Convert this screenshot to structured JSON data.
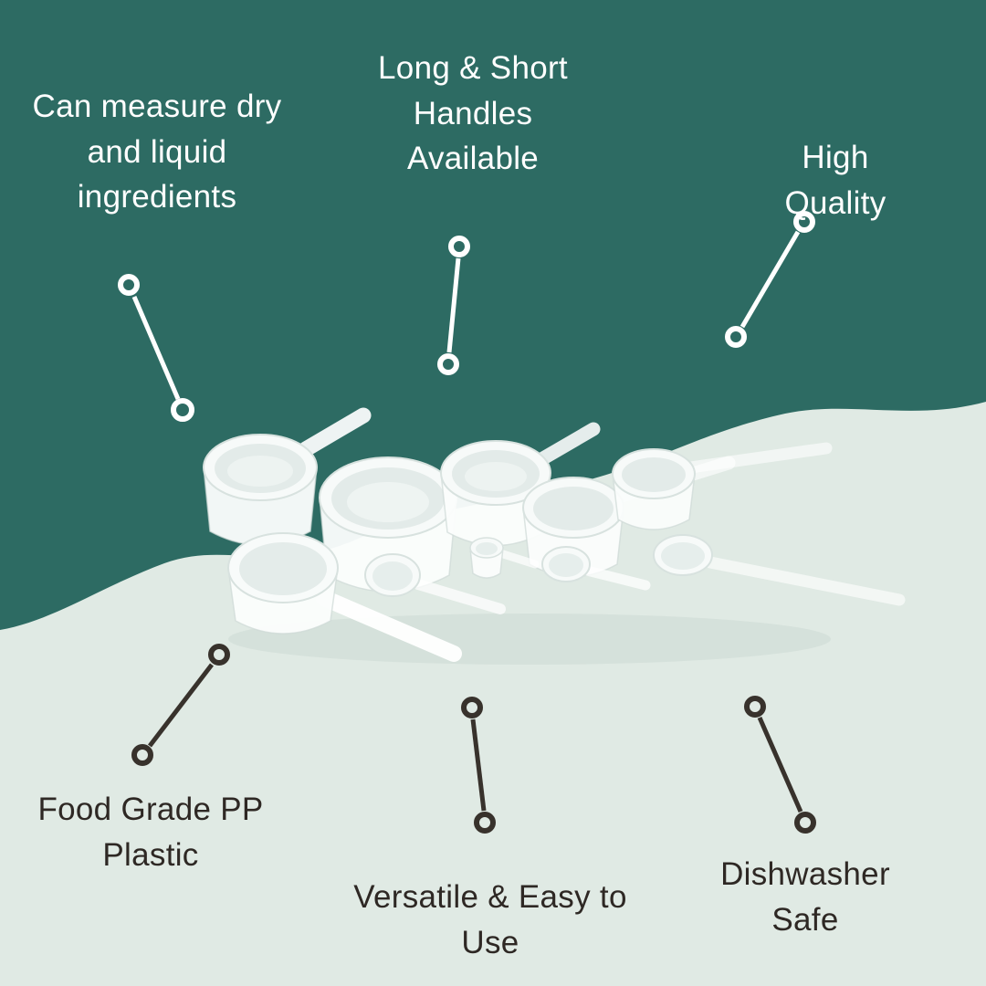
{
  "image_type": "product-infographic",
  "product": {
    "alt": "Set of white translucent plastic measuring scoops and spoons with long and short handles"
  },
  "colors": {
    "background_top": "#2d6b63",
    "background_bottom": "#e0eae4",
    "text_light": "#ffffff",
    "text_dark": "#2e2824",
    "connector_light": "#ffffff",
    "connector_dark": "#38322c"
  },
  "callouts": [
    {
      "id": "can-measure",
      "text": "Can measure dry\nand liquid\ningredients",
      "theme": "light"
    },
    {
      "id": "handles",
      "text": "Long & Short\nHandles\nAvailable",
      "theme": "light"
    },
    {
      "id": "high-quality",
      "text": "High Quality",
      "theme": "light"
    },
    {
      "id": "food-grade",
      "text": "Food Grade PP\nPlastic",
      "theme": "dark"
    },
    {
      "id": "versatile",
      "text": "Versatile & Easy to\nUse",
      "theme": "dark"
    },
    {
      "id": "dishwasher",
      "text": "Dishwasher Safe",
      "theme": "dark"
    }
  ]
}
